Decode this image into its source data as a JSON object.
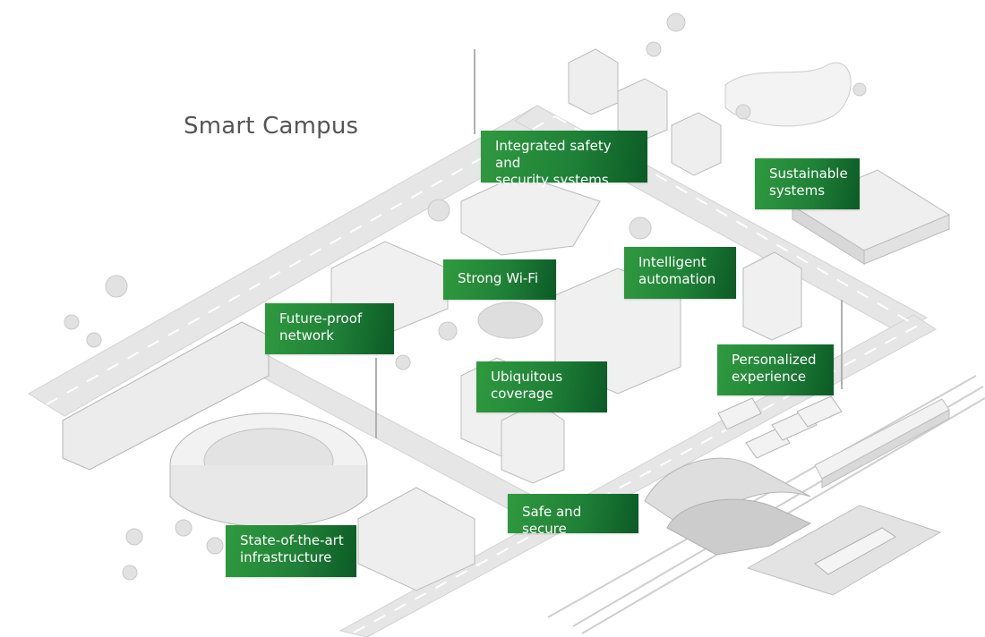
{
  "title": "Smart Campus",
  "colors": {
    "callout_start": "#2f9a3f",
    "callout_end": "#0c5a26",
    "title_text": "#555555",
    "building_fill": "#eeeeee",
    "road_fill": "#e4e4e4"
  },
  "callouts": {
    "safety": [
      "Integrated safety and",
      "security systems"
    ],
    "sustainable": [
      "Sustainable",
      "systems"
    ],
    "wifi": [
      "Strong Wi-Fi"
    ],
    "automation": [
      "Intelligent",
      "automation"
    ],
    "network": [
      "Future-proof",
      "network"
    ],
    "coverage": [
      "Ubiquitous",
      "coverage"
    ],
    "personalized": [
      "Personalized",
      "experience"
    ],
    "secure": [
      "Safe and secure"
    ],
    "infrastructure": [
      "State-of-the-art",
      "infrastructure"
    ]
  }
}
